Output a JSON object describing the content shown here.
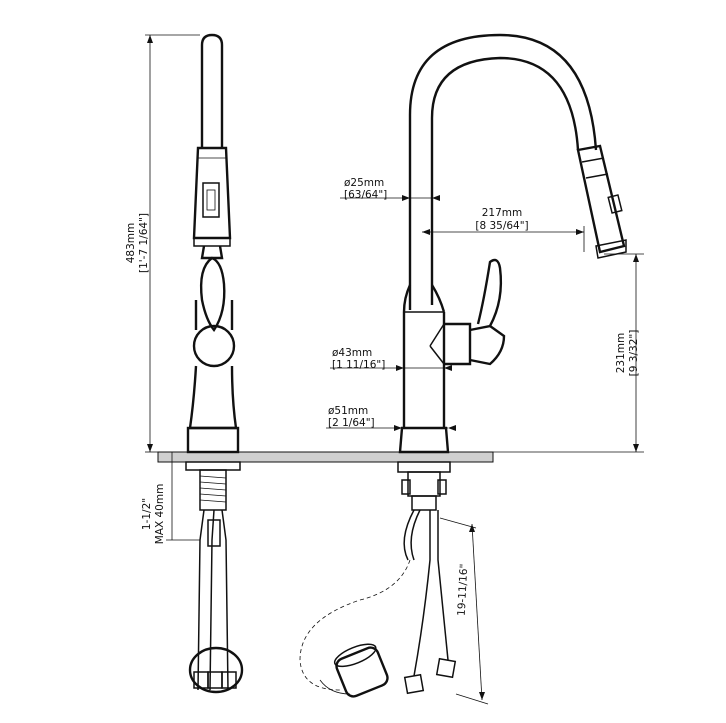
{
  "dimensions": {
    "total_height_mm": "483mm",
    "total_height_in": "[1'-7 1/64\"]",
    "spout_diameter_mm": "ø25mm",
    "spout_diameter_in": "[63/64\"]",
    "reach_mm": "217mm",
    "reach_in": "[8 35/64\"]",
    "body_diameter_mm": "ø43mm",
    "body_diameter_in": "[1 11/16\"]",
    "base_diameter_mm": "ø51mm",
    "base_diameter_in": "[2 1/64\"]",
    "spout_height_mm": "231mm",
    "spout_height_in": "[9 3/32\"]",
    "deck_thickness_in": "1-1/2\"",
    "deck_thickness_mm": "MAX 40mm",
    "hose_length_in": "19-11/16\""
  }
}
